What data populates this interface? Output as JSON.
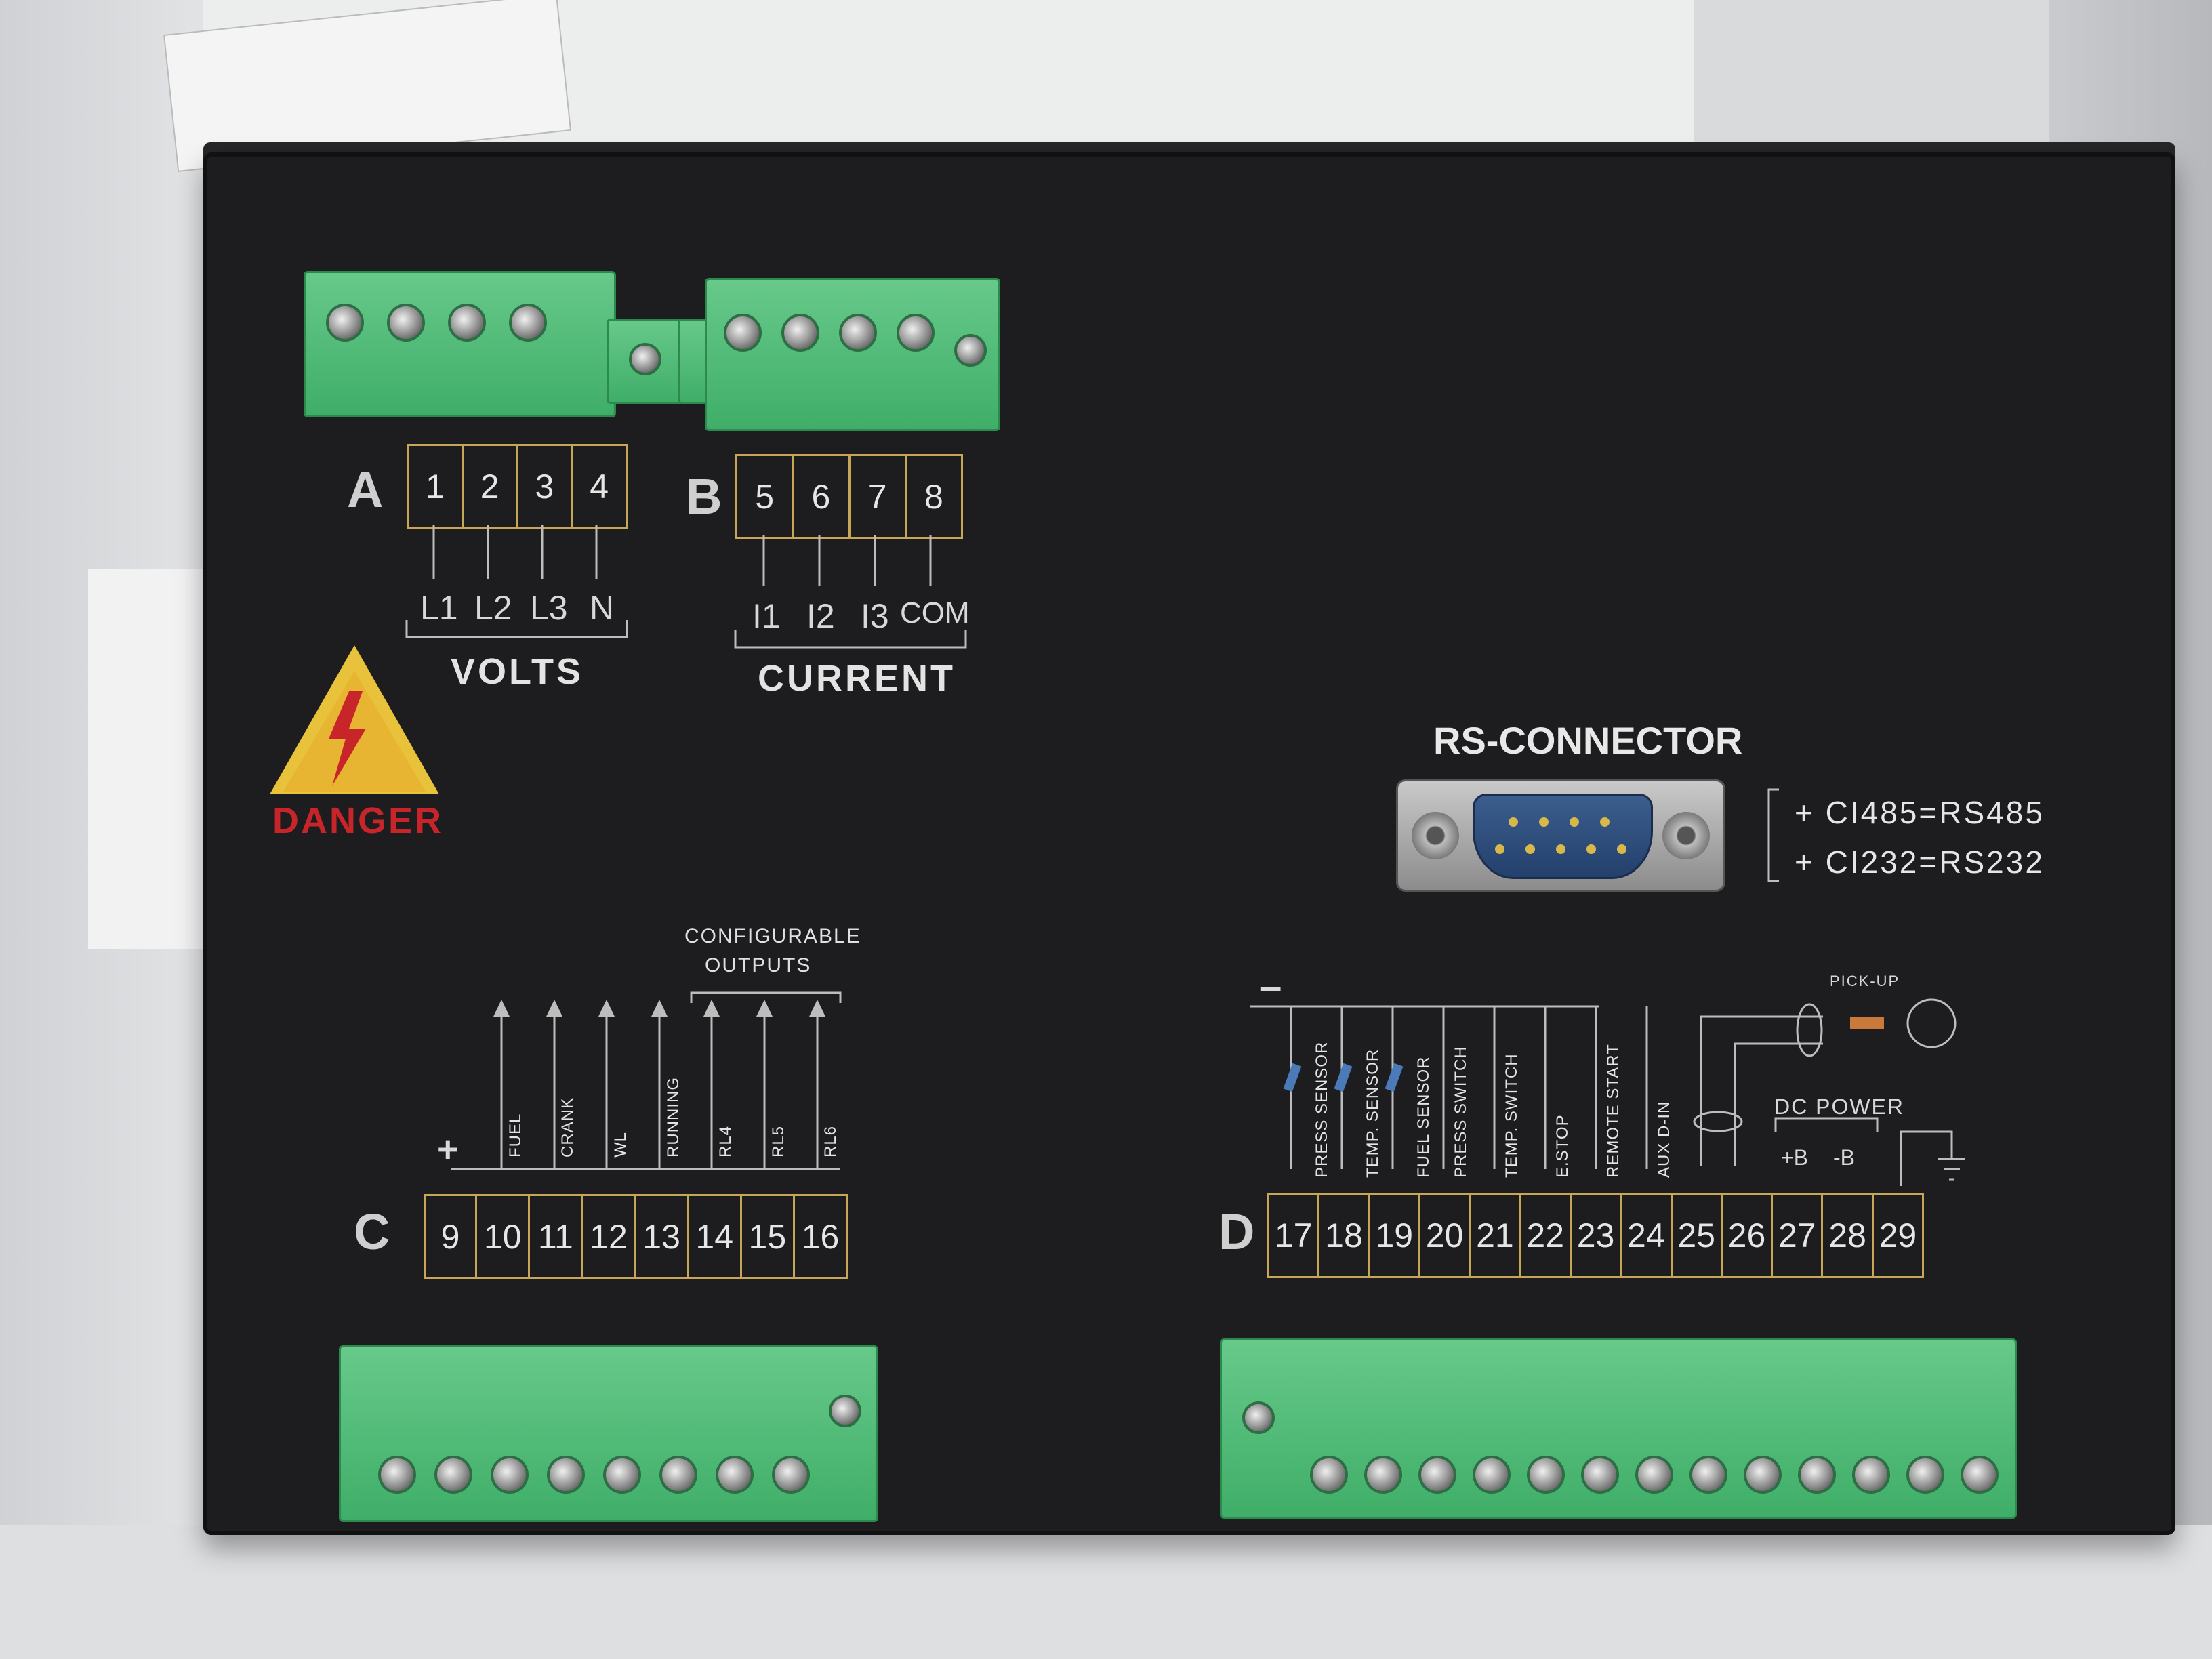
{
  "block_a": {
    "letter": "A",
    "terminals": [
      "1",
      "2",
      "3",
      "4"
    ],
    "signals": [
      "L1",
      "L2",
      "L3",
      "N"
    ],
    "group": "VOLTS"
  },
  "block_b": {
    "letter": "B",
    "terminals": [
      "5",
      "6",
      "7",
      "8"
    ],
    "signals": [
      "I1",
      "I2",
      "I3",
      "COM"
    ],
    "group": "CURRENT"
  },
  "warning": {
    "text": "DANGER",
    "color": "#c8252b",
    "icon": "high-voltage-icon"
  },
  "rs": {
    "title": "RS-CONNECTOR",
    "options": [
      "+ CI485=RS485",
      "+ CI232=RS232"
    ],
    "icon": "db9-connector-icon"
  },
  "block_c": {
    "letter": "C",
    "terminals": [
      "9",
      "10",
      "11",
      "12",
      "13",
      "14",
      "15",
      "16"
    ],
    "plus": "+",
    "group_label_1": "CONFIGURABLE",
    "group_label_2": "OUTPUTS",
    "outputs": [
      "FUEL",
      "CRANK",
      "WL",
      "RUNNING",
      "RL4",
      "RL5",
      "RL6"
    ]
  },
  "block_d": {
    "letter": "D",
    "minus": "–",
    "terminals": [
      "17",
      "18",
      "19",
      "20",
      "21",
      "22",
      "23",
      "24",
      "25",
      "26",
      "27",
      "28",
      "29"
    ],
    "inputs": [
      "PRESS SENSOR",
      "TEMP. SENSOR",
      "FUEL SENSOR",
      "PRESS SWITCH",
      "TEMP. SWITCH",
      "E.STOP",
      "REMOTE START",
      "AUX D-IN"
    ],
    "pickup": "PICK-UP",
    "dc_power": "DC POWER",
    "dc_pos": "+B",
    "dc_neg": "-B"
  },
  "colors": {
    "panel": "#1d1d1f",
    "terminal_border": "#c7a657",
    "connector_green": "#4fbf76"
  }
}
